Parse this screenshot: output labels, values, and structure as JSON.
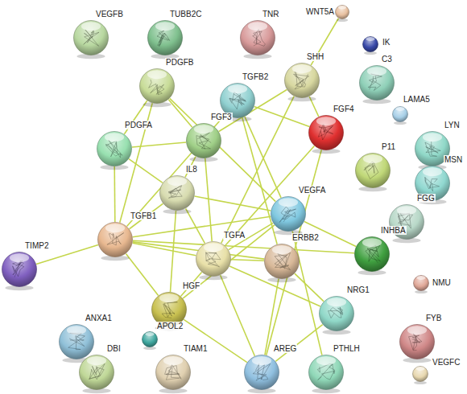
{
  "diagram": {
    "nodes": [
      {
        "text": [
          "VEGFB"
        ]
      },
      {
        "text": [
          "TUBB2C"
        ]
      },
      {
        "text": [
          "TNR"
        ]
      },
      {
        "text": [
          "WNT5A"
        ]
      },
      {
        "text": [
          "IK"
        ]
      },
      {
        "text": [
          "SHH"
        ]
      },
      {
        "text": [
          "C3"
        ]
      },
      {
        "text": [
          "PDGFB"
        ]
      },
      {
        "text": [
          "TGFB2"
        ]
      },
      {
        "text": [
          "LAMA5"
        ]
      },
      {
        "text": [
          "FGF4"
        ]
      },
      {
        "text": [
          "FGF3"
        ]
      },
      {
        "text": [
          "LYN"
        ]
      },
      {
        "text": [
          "P11"
        ]
      },
      {
        "text": [
          "PDGFA"
        ]
      },
      {
        "text": [
          "MSN"
        ]
      },
      {
        "text": [
          "IL8"
        ]
      },
      {
        "text": [
          "VEGFA"
        ]
      },
      {
        "text": [
          "FGG"
        ]
      },
      {
        "text": [
          "INHBA"
        ]
      },
      {
        "text": [
          "TGFB1"
        ]
      },
      {
        "text": [
          "TGFA"
        ]
      },
      {
        "text": [
          "ERBB2"
        ]
      },
      {
        "text": [
          "NMU"
        ]
      },
      {
        "text": [
          "TIMP2"
        ]
      },
      {
        "text": [
          "HGF"
        ]
      },
      {
        "text": [
          "NRG1"
        ]
      },
      {
        "text": [
          "ANXA1"
        ]
      },
      {
        "text": [
          "APOL2"
        ]
      },
      {
        "text": [
          "FYB"
        ]
      },
      {
        "text": [
          "DBI"
        ]
      },
      {
        "text": [
          "TIAM1"
        ]
      },
      {
        "text": [
          "AREG"
        ]
      },
      {
        "text": [
          "PTHLH"
        ]
      },
      {
        "text": [
          "VEGFC"
        ]
      }
    ],
    "edges": [
      {
        "from": 3,
        "to": 5,
        "arrow": "none"
      },
      {
        "from": 5,
        "to": 10,
        "arrow": "none"
      },
      {
        "from": 5,
        "to": 11,
        "arrow": "none"
      },
      {
        "from": 5,
        "to": 21,
        "arrow": "none"
      },
      {
        "from": 7,
        "to": 11,
        "arrow": "none"
      },
      {
        "from": 7,
        "to": 14,
        "arrow": "none"
      },
      {
        "from": 7,
        "to": 20,
        "arrow": "none"
      },
      {
        "from": 7,
        "to": 17,
        "arrow": "none"
      },
      {
        "from": 8,
        "to": 10,
        "arrow": "none"
      },
      {
        "from": 8,
        "to": 20,
        "arrow": "none"
      },
      {
        "from": 8,
        "to": 17,
        "arrow": "none"
      },
      {
        "from": 8,
        "to": 22,
        "arrow": "none"
      },
      {
        "from": 11,
        "to": 14,
        "arrow": "none"
      },
      {
        "from": 11,
        "to": 21,
        "arrow": "none"
      },
      {
        "from": 11,
        "to": 16,
        "arrow": "none"
      },
      {
        "from": 10,
        "to": 21,
        "arrow": "none"
      },
      {
        "from": 10,
        "to": 32,
        "arrow": "none"
      },
      {
        "from": 14,
        "to": 20,
        "arrow": "none"
      },
      {
        "from": 14,
        "to": 16,
        "arrow": "none"
      },
      {
        "from": 16,
        "to": 20,
        "arrow": "none"
      },
      {
        "from": 16,
        "to": 17,
        "arrow": "none"
      },
      {
        "from": 16,
        "to": 25,
        "arrow": "none"
      },
      {
        "from": 16,
        "to": 21,
        "arrow": "none"
      },
      {
        "from": 20,
        "to": 24,
        "arrow": "none"
      },
      {
        "from": 20,
        "to": 25,
        "arrow": "none"
      },
      {
        "from": 20,
        "to": 21,
        "arrow": "none"
      },
      {
        "from": 20,
        "to": 17,
        "arrow": "none"
      },
      {
        "from": 20,
        "to": 22,
        "arrow": "none"
      },
      {
        "from": 17,
        "to": 19,
        "arrow": "none"
      },
      {
        "from": 17,
        "to": 21,
        "arrow": "none"
      },
      {
        "from": 17,
        "to": 25,
        "arrow": "none"
      },
      {
        "from": 17,
        "to": 33,
        "arrow": "none"
      },
      {
        "from": 21,
        "to": 22,
        "arrow": "none"
      },
      {
        "from": 21,
        "to": 25,
        "arrow": "none"
      },
      {
        "from": 21,
        "to": 32,
        "arrow": "none"
      },
      {
        "from": 21,
        "to": 26,
        "arrow": "none"
      },
      {
        "from": 22,
        "to": 26,
        "arrow": "none"
      },
      {
        "from": 22,
        "to": 32,
        "arrow": "none"
      },
      {
        "from": 25,
        "to": 32,
        "arrow": "none"
      },
      {
        "from": 26,
        "to": 32,
        "arrow": "none"
      },
      {
        "from": 19,
        "to": 20,
        "arrow": "none"
      }
    ]
  }
}
